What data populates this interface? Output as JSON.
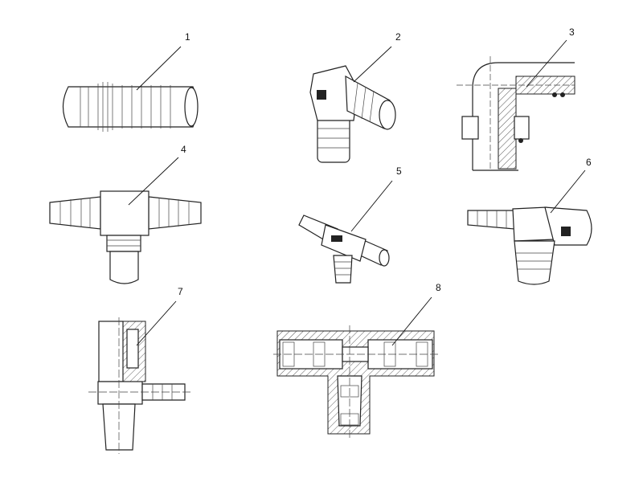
{
  "figure": {
    "parts": [
      {
        "label": "1",
        "description_hidden": false
      },
      {
        "label": "2"
      },
      {
        "label": "3"
      },
      {
        "label": "4"
      },
      {
        "label": "5"
      },
      {
        "label": "6"
      },
      {
        "label": "7"
      },
      {
        "label": "8"
      }
    ]
  }
}
